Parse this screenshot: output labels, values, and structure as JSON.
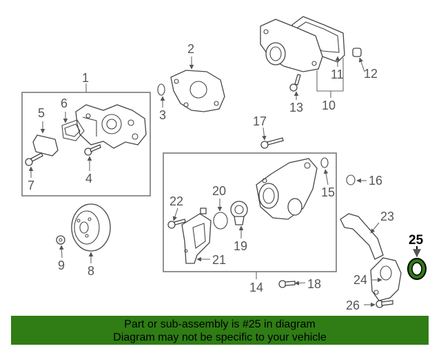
{
  "callouts": {
    "n1": "1",
    "n2": "2",
    "n3": "3",
    "n4": "4",
    "n5": "5",
    "n6": "6",
    "n7": "7",
    "n8": "8",
    "n9": "9",
    "n10": "10",
    "n11": "11",
    "n12": "12",
    "n13": "13",
    "n14": "14",
    "n15": "15",
    "n16": "16",
    "n17": "17",
    "n18": "18",
    "n19": "19",
    "n20": "20",
    "n21": "21",
    "n22": "22",
    "n23": "23",
    "n24": "24",
    "n25": "25",
    "n26": "26"
  },
  "highlight": {
    "part": "25",
    "color": "#2f7d14"
  },
  "banner": {
    "line1": "Part or sub-assembly is #25 in diagram",
    "line2": "Diagram may not be specific to your vehicle",
    "background": "#2f7d14"
  }
}
